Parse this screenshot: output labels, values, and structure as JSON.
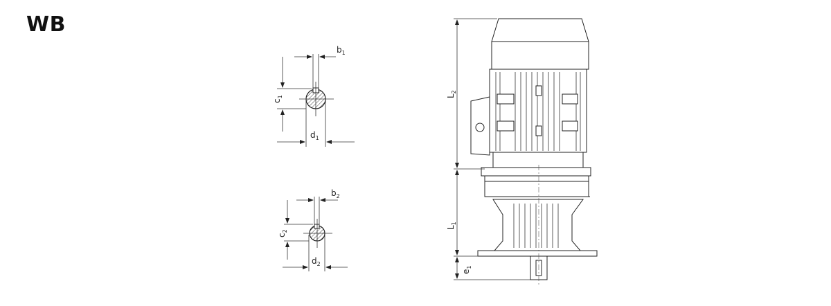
{
  "title": "WB",
  "labels": {
    "b1": "b",
    "b1_sub": "1",
    "c1": "c",
    "c1_sub": "1",
    "d1": "d",
    "d1_sub": "1",
    "b2": "b",
    "b2_sub": "2",
    "c2": "c",
    "c2_sub": "2",
    "d2": "d",
    "d2_sub": "2",
    "L2": "L",
    "L2_sub": "2",
    "L1": "L",
    "L1_sub": "1",
    "e1": "e",
    "e1_sub": "1"
  }
}
